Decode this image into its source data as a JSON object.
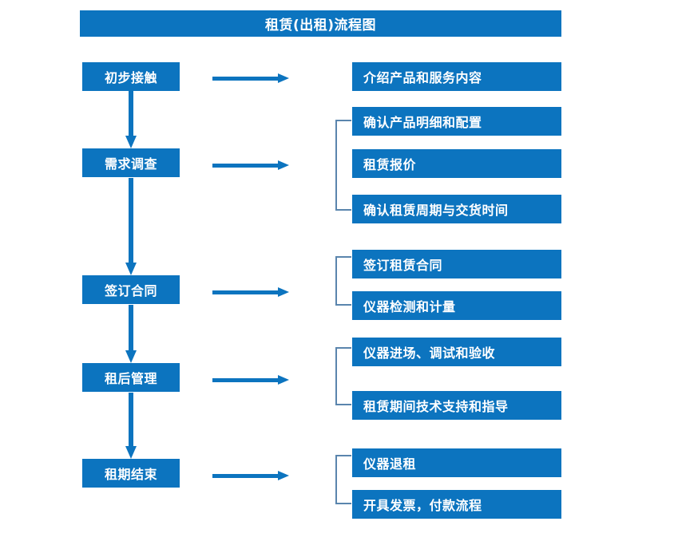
{
  "diagram": {
    "title": "租赁(出租)流程图",
    "colors": {
      "box_fill": "#0c74bf",
      "box_text": "#ffffff",
      "arrow": "#0c74bf",
      "bracket": "#5a85ad",
      "background": "#ffffff"
    },
    "stages": [
      {
        "label": "初步接触"
      },
      {
        "label": "需求调查"
      },
      {
        "label": "签订合同"
      },
      {
        "label": "租后管理"
      },
      {
        "label": "租期结束"
      }
    ],
    "details": [
      {
        "label": "介绍产品和服务内容"
      },
      {
        "label": "确认产品明细和配置"
      },
      {
        "label": "租赁报价"
      },
      {
        "label": "确认租赁周期与交货时间"
      },
      {
        "label": "签订租赁合同"
      },
      {
        "label": "仪器检测和计量"
      },
      {
        "label": "仪器进场、调试和验收"
      },
      {
        "label": "租赁期间技术支持和指导"
      },
      {
        "label": "仪器退租"
      },
      {
        "label": "开具发票，付款流程"
      }
    ]
  }
}
